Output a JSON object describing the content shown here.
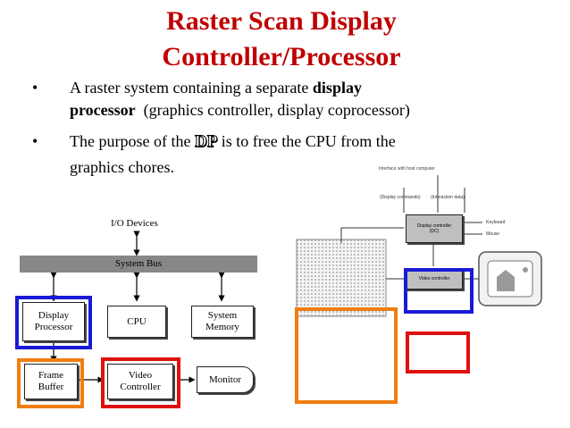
{
  "slide": {
    "title_line1": "Raster Scan Display",
    "title_line2": "Controller/Processor"
  },
  "bullets": [
    {
      "marker": "•",
      "line1_pre": "A raster system containing a separate ",
      "line1_bold": "display",
      "line2_bold": "processor",
      "line2_rest": "  (graphics controller, display coprocessor)"
    },
    {
      "marker": "•",
      "line1_pre": "The purpose of the ",
      "line1_dp": "DP",
      "line1_post": " is to free the CPU from the",
      "line2": "graphics chores."
    }
  ],
  "left_diagram": {
    "io_devices": "I/O Devices",
    "system_bus": "System Bus",
    "display_processor": [
      "Display",
      "Processor"
    ],
    "cpu": "CPU",
    "system_memory": [
      "System",
      "Memory"
    ],
    "frame_buffer": [
      "Frame",
      "Buffer"
    ],
    "video_controller": [
      "Video",
      "Controller"
    ],
    "monitor": "Monitor"
  },
  "right_diagram": {
    "interface_label": "Interface with host computer",
    "display_commands": "(Display commands)",
    "interaction_data": "(Interaction data)",
    "display_controller": [
      "Display controller",
      "(DC)"
    ],
    "keyboard": "Keyboard",
    "mouse": "Mouse",
    "video_controller": "Video controller"
  },
  "colors": {
    "title": "#c00000",
    "blue_highlight": "#1a1ad6",
    "orange_highlight": "#f07d10",
    "red_highlight": "#e01010"
  }
}
